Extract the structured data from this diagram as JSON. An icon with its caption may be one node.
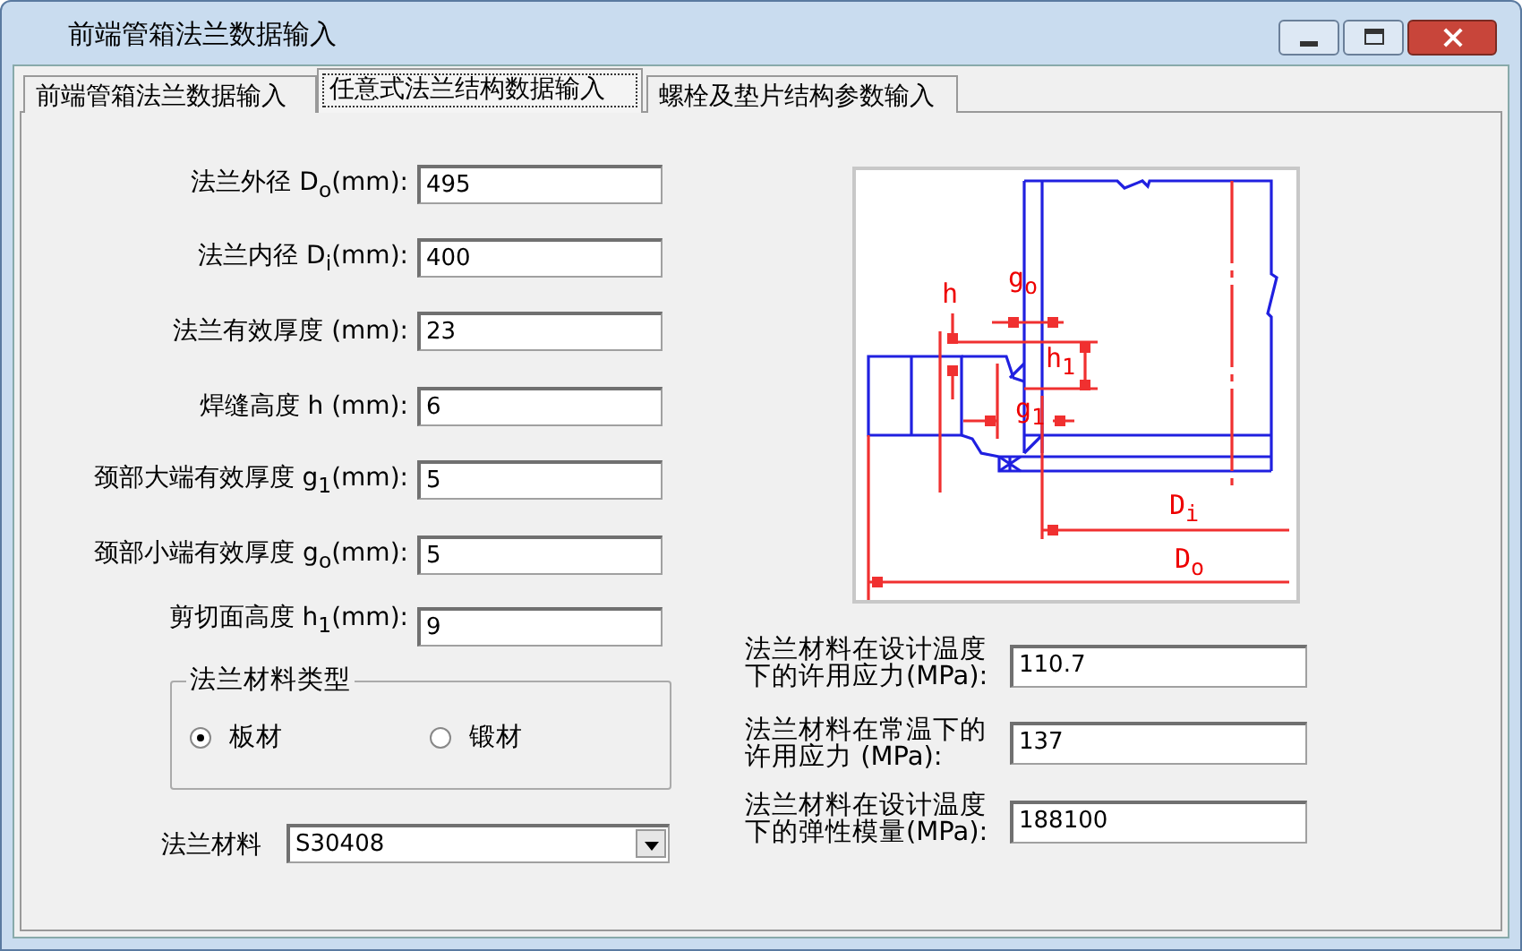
{
  "diagram": {
    "title": "前端管箱法兰数据输入",
    "nodes": [
      {
        "text": [
          "法兰材料类型",
          "板材",
          "锻材"
        ]
      }
    ],
    "labels": [
      "前端管箱法兰数据输入",
      "任意式法兰结构数据输入",
      "螺栓及垫片结构参数输入",
      "法兰外径 D$_{o}$(mm):",
      "495",
      "法兰内径 D$_{i}$(mm):",
      "400",
      "法兰有效厚度 (mm):",
      "23",
      "焊缝高度 h (mm):",
      "6",
      "颈部大端有效厚度 g$_{1}$(mm):",
      "5",
      "颈部小端有效厚度 g$_{o}$(mm):",
      "5",
      "剪切面高度 h$_{1}$(mm):",
      "9",
      "h",
      "g$_{o}$",
      "h$_{1}$",
      "g$_{1}$",
      "D$_{i}$",
      "D$_{o}$",
      "法兰材料在设计温度下的许用应力(MPa):",
      "110.7",
      "法兰材料在常温下的许用应力 (MPa):",
      "137",
      "法兰材料在设计温度下的弹性模量(MPa):",
      "188100",
      "法兰材料",
      "S30408"
    ]
  }
}
